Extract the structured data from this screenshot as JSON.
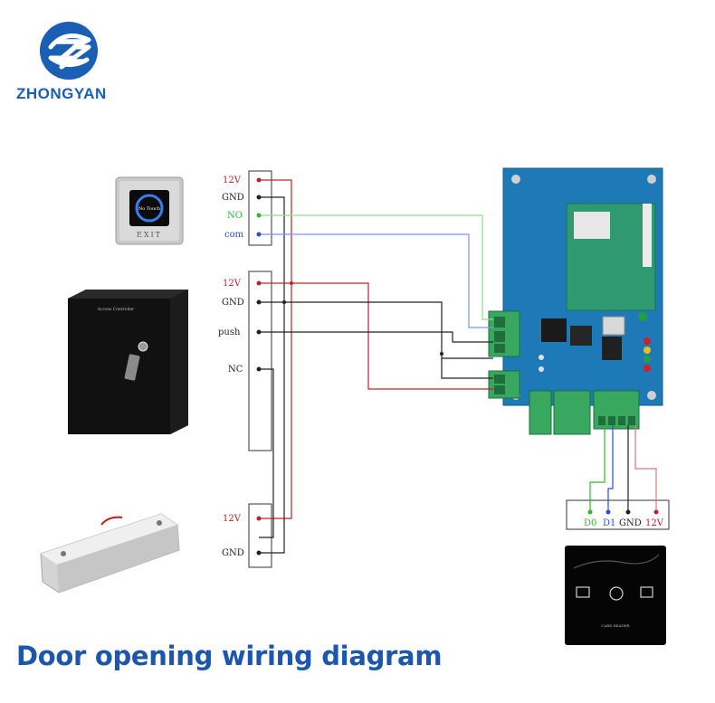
{
  "brand": {
    "name": "ZHONGYAN"
  },
  "title": "Door opening wiring diagram",
  "exit_button": {
    "sensor_text": "No Touch",
    "label": "EXIT"
  },
  "power_supply": {
    "label": "Access Controller"
  },
  "terminal_exit": {
    "pins": [
      "12V",
      "GND",
      "NO",
      "com"
    ]
  },
  "terminal_power": {
    "pins": [
      "12V",
      "GND",
      "push",
      "NC"
    ]
  },
  "terminal_lock": {
    "pins": [
      "12V",
      "GND"
    ]
  },
  "terminal_reader": {
    "pins": [
      "D0",
      "D1",
      "GND",
      "12V"
    ]
  },
  "card_reader": {
    "label": "CARD READER"
  },
  "colors": {
    "wire_red": "#c0202a",
    "wire_black": "#222222",
    "wire_green": "#2eb82e",
    "wire_blue": "#2a4fd6",
    "wire_blue_light": "#7f94ea",
    "wire_green_light": "#8fdc8f",
    "wire_red_light": "#d47d82",
    "brand_blue": "#1a5fb4",
    "pcb_blue": "#1d7ab7",
    "connector_green": "#38a860"
  }
}
